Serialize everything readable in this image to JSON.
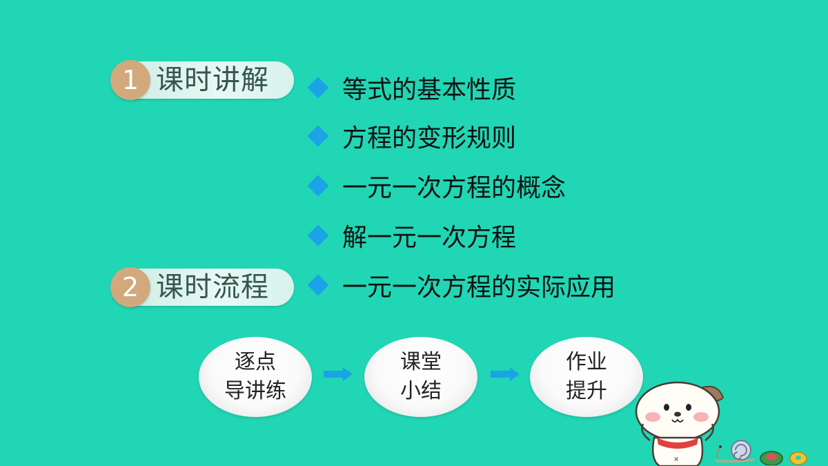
{
  "sections": [
    {
      "number": "1",
      "label": "课时讲解"
    },
    {
      "number": "2",
      "label": "课时流程"
    }
  ],
  "topics": [
    "等式的基本性质",
    "方程的变形规则",
    "一元一次方程的概念",
    "解一元一次方程",
    "一元一次方程的实际应用"
  ],
  "flow": [
    {
      "line1": "逐点",
      "line2": "导讲练"
    },
    {
      "line1": "课堂",
      "line2": "小结"
    },
    {
      "line1": "作业",
      "line2": "提升"
    }
  ],
  "icons": {
    "bullet": "diamond-bullet-icon",
    "flow_arrow": "right-arrow-icon",
    "mascot": "puppy-mascot",
    "decorations": [
      "snail-icon",
      "shell-icon",
      "donut-icon"
    ]
  },
  "colors": {
    "background": "#21d6b4",
    "section_number": "#d2a97c",
    "bullet": "#1aa3e6",
    "arrow": "#1aa3e6"
  }
}
